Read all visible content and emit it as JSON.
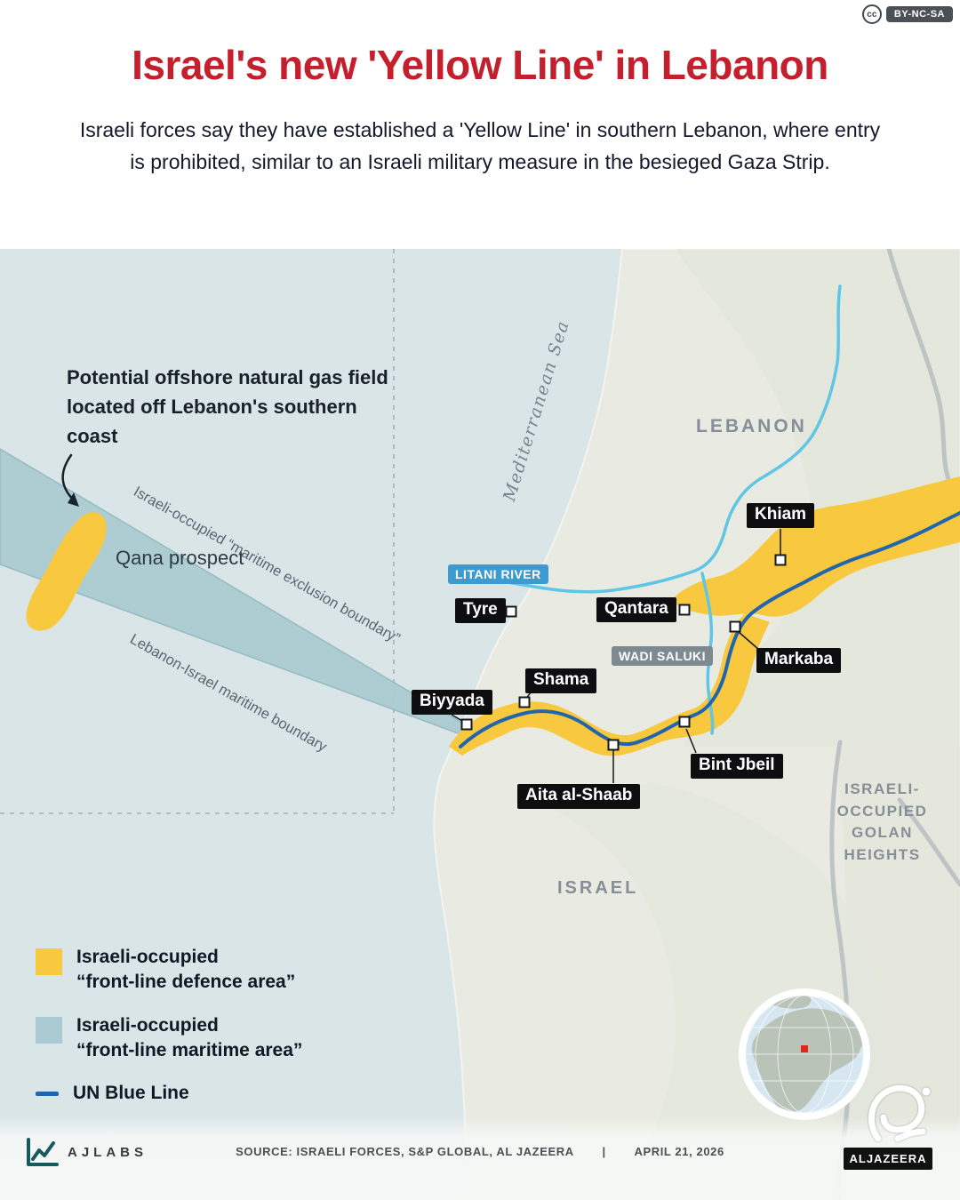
{
  "license": {
    "icon_text": "cc",
    "label": "BY-NC-SA"
  },
  "header": {
    "title": "Israel's new 'Yellow Line' in Lebanon",
    "subtitle": "Israeli forces say they have established a 'Yellow Line' in southern Lebanon, where entry is prohibited, similar to an Israeli military measure in the besieged Gaza Strip."
  },
  "map": {
    "sea_label": "Mediterranean Sea",
    "annotation": "Potential offshore natural gas field located off Lebanon's southern coast",
    "qana_label": "Qana prospect",
    "maritime_labels": {
      "exclusion": "Israeli-occupied “maritime exclusion boundary”",
      "maritime": "Lebanon-Israel maritime boundary"
    },
    "river_labels": {
      "litani": "LITANI RIVER",
      "wadi_saluki": "WADI SALUKI"
    },
    "region_labels": {
      "lebanon": "LEBANON",
      "israel": "ISRAEL",
      "golan": "ISRAELI-OCCUPIED GOLAN HEIGHTS"
    },
    "places": [
      {
        "label": "Khiam"
      },
      {
        "label": "Tyre"
      },
      {
        "label": "Qantara"
      },
      {
        "label": "Markaba"
      },
      {
        "label": "Shama"
      },
      {
        "label": "Biyyada"
      },
      {
        "label": "Aita al-Shaab"
      },
      {
        "label": "Bint Jbeil"
      }
    ]
  },
  "legend": {
    "items": [
      {
        "swatch": "yellow",
        "line1": "Israeli-occupied",
        "line2": "“front-line defence area”"
      },
      {
        "swatch": "teal",
        "line1": "Israeli-occupied",
        "line2": "“front-line maritime area”"
      },
      {
        "swatch": "blue-line",
        "line1": "UN Blue Line"
      }
    ]
  },
  "footer": {
    "lab_name": "AJLABS",
    "source": "SOURCE: ISRAELI FORCES, S&P GLOBAL, AL JAZEERA",
    "separator": "|",
    "date": "APRIL 21, 2026",
    "brand": "ALJAZEERA"
  },
  "colors": {
    "title_red": "#c41f2d",
    "defence_yellow": "#f8c93e",
    "maritime_teal": "#abccd2",
    "blue_line": "#2065ad",
    "river_blue": "#5fc6e6"
  }
}
